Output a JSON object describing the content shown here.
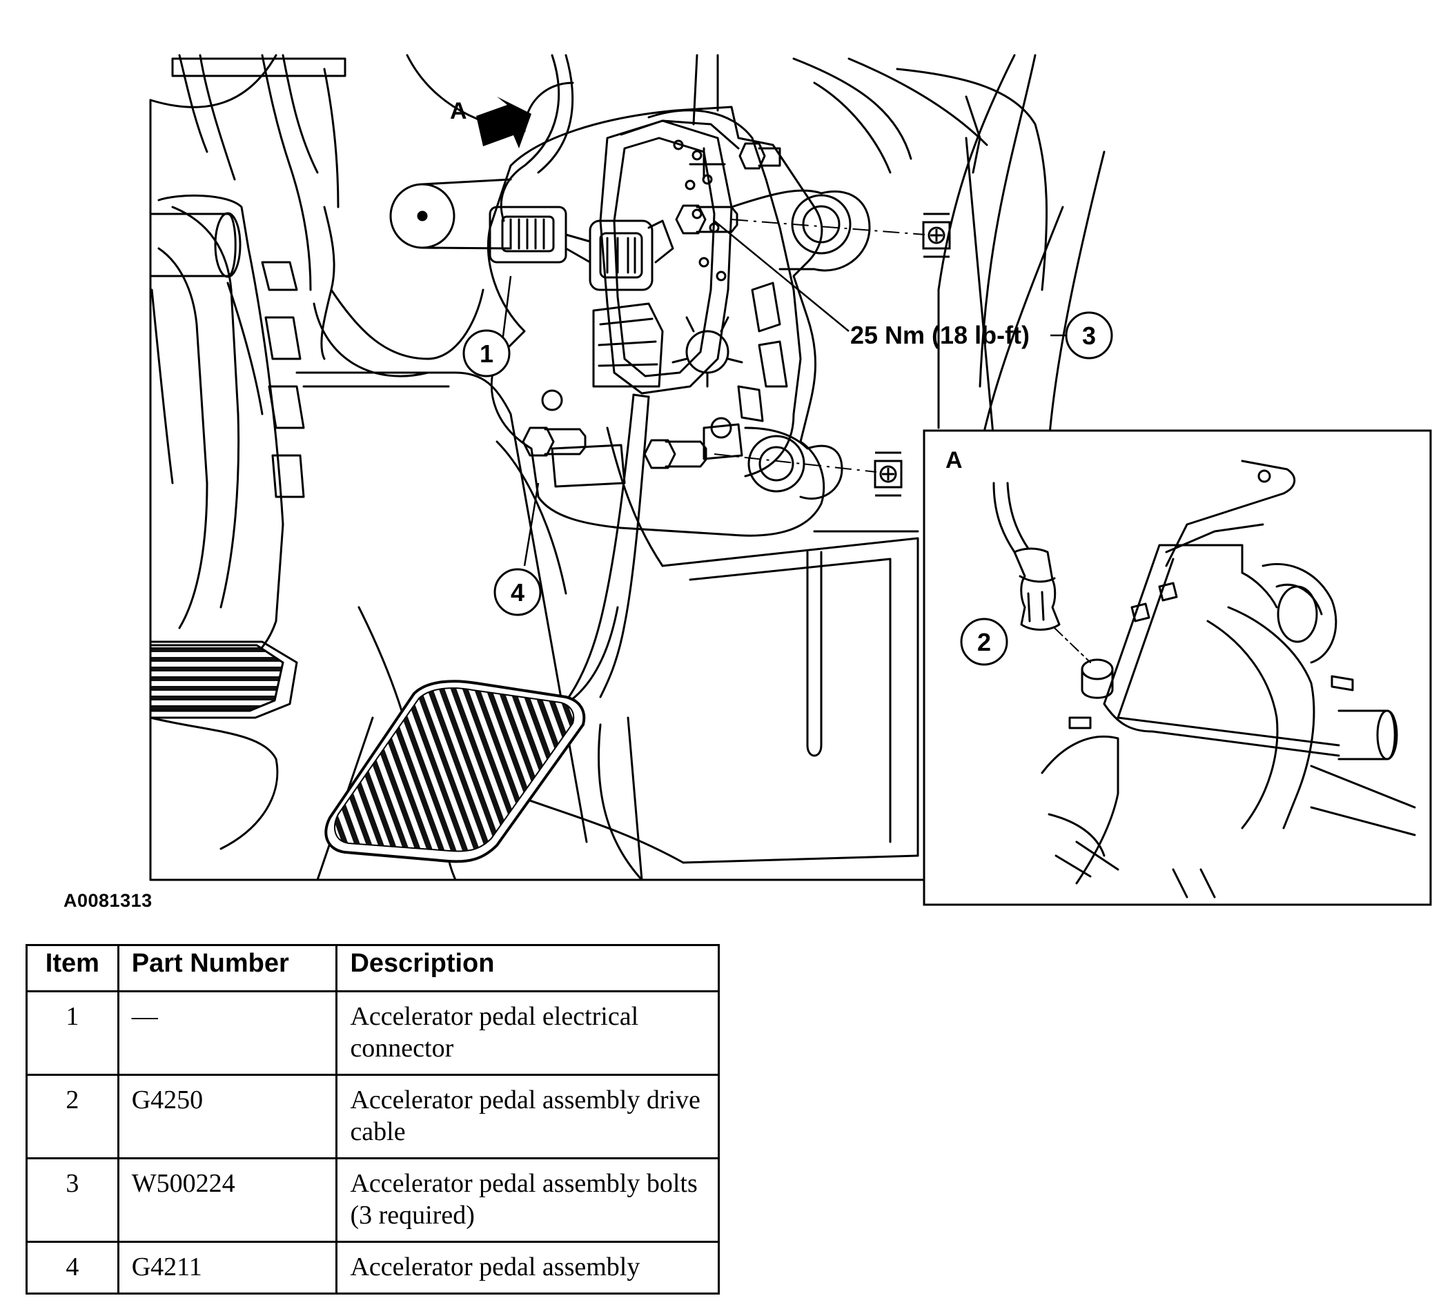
{
  "figure": {
    "id": "A0081313",
    "view_label": "A",
    "inset_label": "A",
    "torque_spec": "25 Nm (18 lb-ft)",
    "callouts": [
      "1",
      "2",
      "3",
      "4"
    ]
  },
  "table": {
    "headers": {
      "item": "Item",
      "part_number": "Part Number",
      "description": "Description"
    },
    "rows": [
      {
        "item": "1",
        "part_number": "—",
        "description": "Accelerator pedal electrical connector"
      },
      {
        "item": "2",
        "part_number": "G4250",
        "description": "Accelerator pedal assembly drive cable"
      },
      {
        "item": "3",
        "part_number": "W500224",
        "description": "Accelerator pedal assembly bolts (3 required)"
      },
      {
        "item": "4",
        "part_number": "G4211",
        "description": "Accelerator pedal assembly"
      }
    ]
  }
}
